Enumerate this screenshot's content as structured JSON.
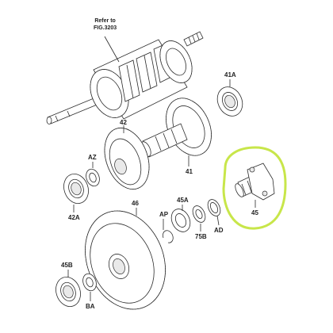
{
  "diagram": {
    "reference_note_line1": "Refer to",
    "reference_note_line2": "FIG.3203",
    "highlight_color": "#c8e64a",
    "parts": {
      "p41": "41",
      "p41A": "41A",
      "p42": "42",
      "p42A": "42A",
      "pAZ": "AZ",
      "p45": "45",
      "p45A": "45A",
      "p45B": "45B",
      "p46": "46",
      "pAP": "AP",
      "p75B": "75B",
      "pAD": "AD",
      "pBA": "BA"
    }
  }
}
